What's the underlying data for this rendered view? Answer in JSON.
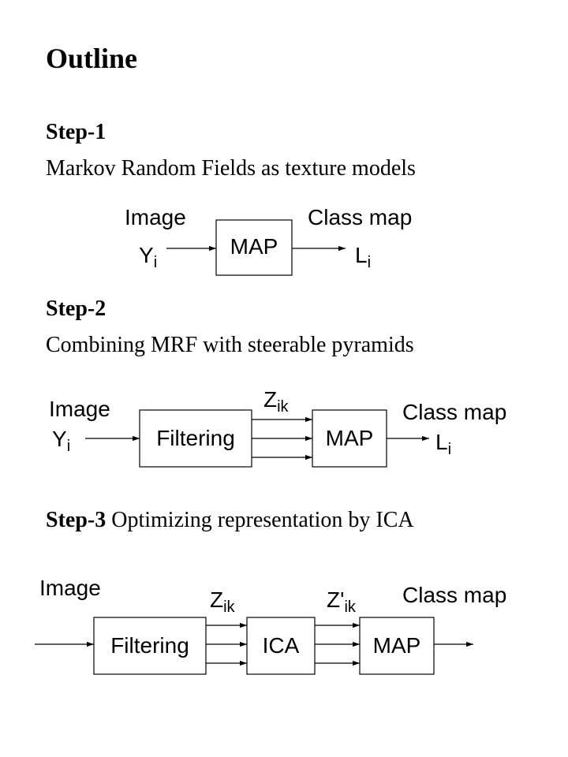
{
  "title": "Outline",
  "step1": {
    "heading": "Step-1",
    "description": "Markov Random Fields  as texture models",
    "diagram": {
      "input_label": "Image",
      "input_symbol": "Y",
      "input_subscript": "i",
      "box": "MAP",
      "output_label": "Class map",
      "output_symbol": "L",
      "output_subscript": "i"
    }
  },
  "step2": {
    "heading": "Step-2",
    "description": "Combining MRF with steerable pyramids",
    "diagram": {
      "input_label": "Image",
      "input_symbol": "Y",
      "input_subscript": "i",
      "box1": "Filtering",
      "mid_symbol": "Z",
      "mid_subscript": "ik",
      "box2": "MAP",
      "output_label": "Class map",
      "output_symbol": "L",
      "output_subscript": "i"
    }
  },
  "step3": {
    "heading": "Step-3",
    "description": "Optimizing representation  by ICA",
    "diagram": {
      "input_label": "Image",
      "box1": "Filtering",
      "mid1_symbol": "Z",
      "mid1_subscript": "ik",
      "box2": "ICA",
      "mid2_symbol": "Z'",
      "mid2_subscript": "ik",
      "box3": "MAP",
      "output_label": "Class map"
    }
  }
}
